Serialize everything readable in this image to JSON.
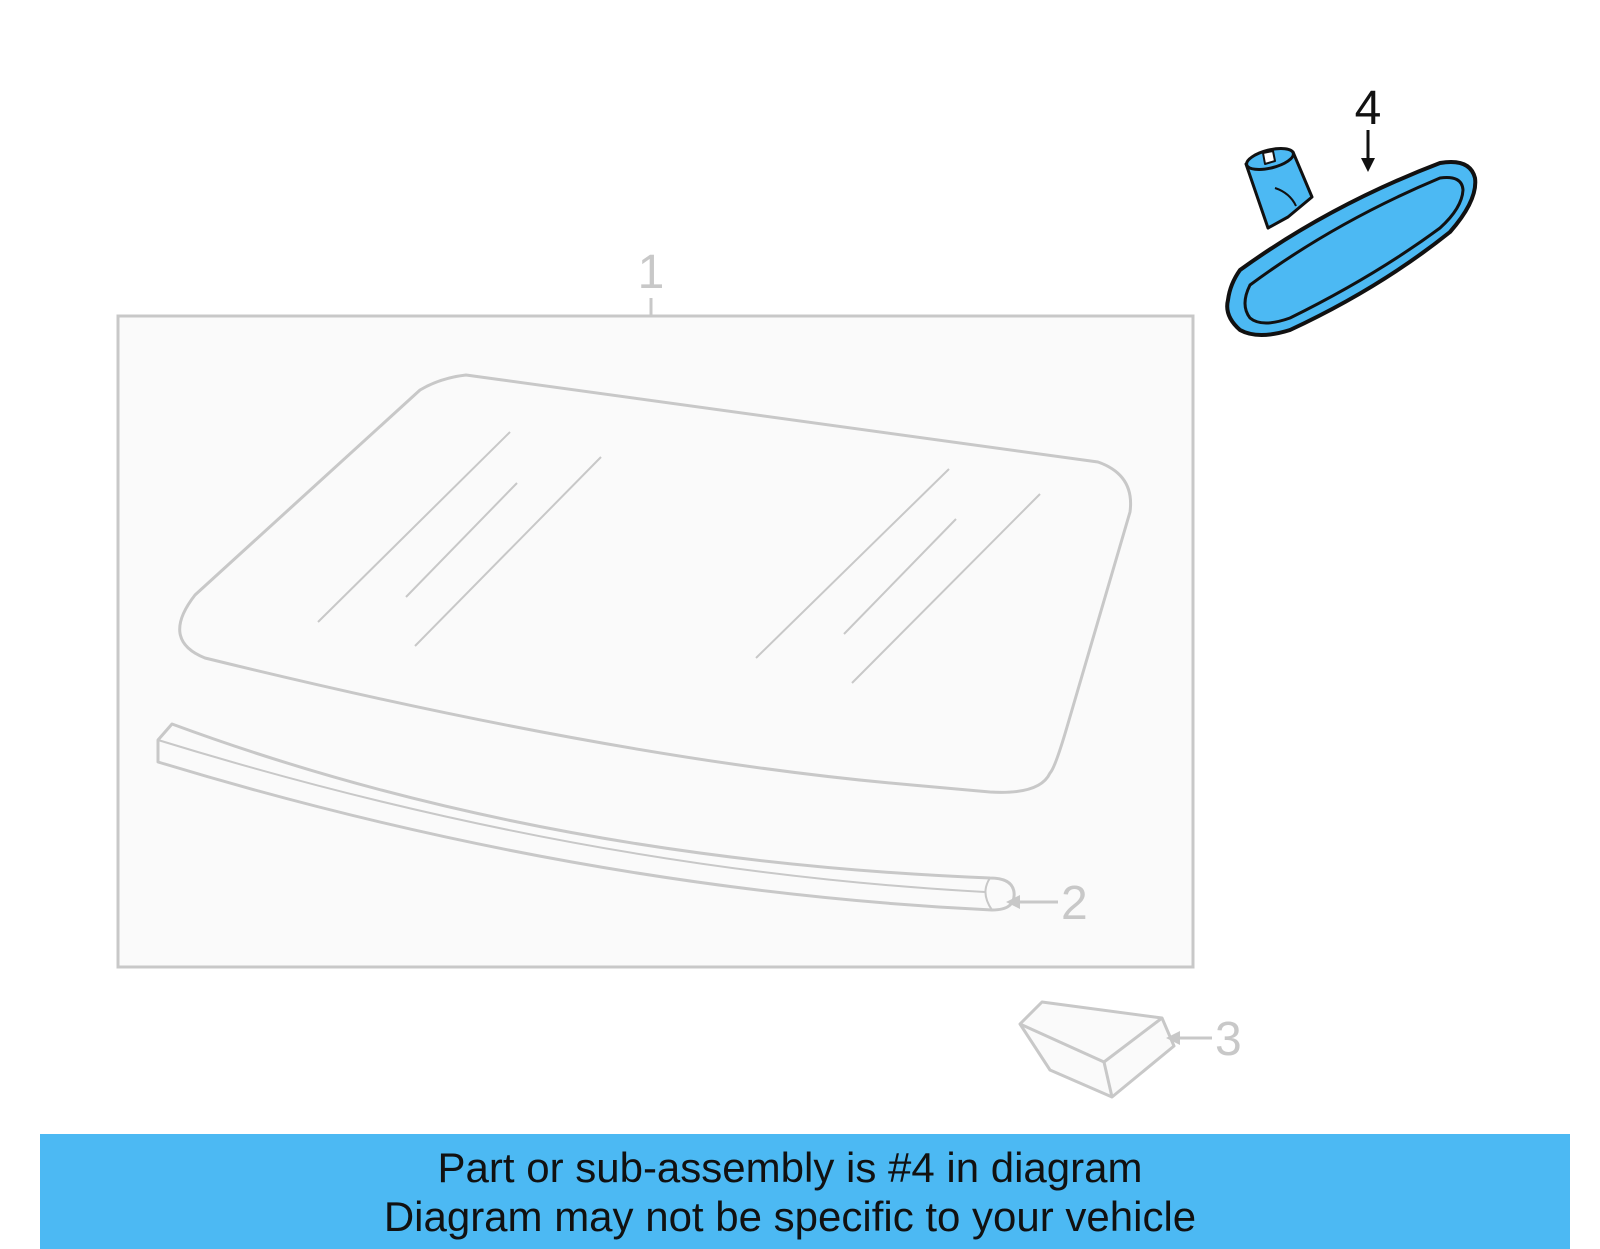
{
  "colors": {
    "highlight": "#4cb9f3",
    "faded_part": "#c8c8c8",
    "frame_bg": "#fafafa",
    "outline_dark": "#111111"
  },
  "callouts": {
    "c1": "1",
    "c2": "2",
    "c3": "3",
    "c4": "4"
  },
  "banner": {
    "line1": "Part or sub-assembly is #4 in diagram",
    "line2": "Diagram may not be specific to your vehicle"
  }
}
